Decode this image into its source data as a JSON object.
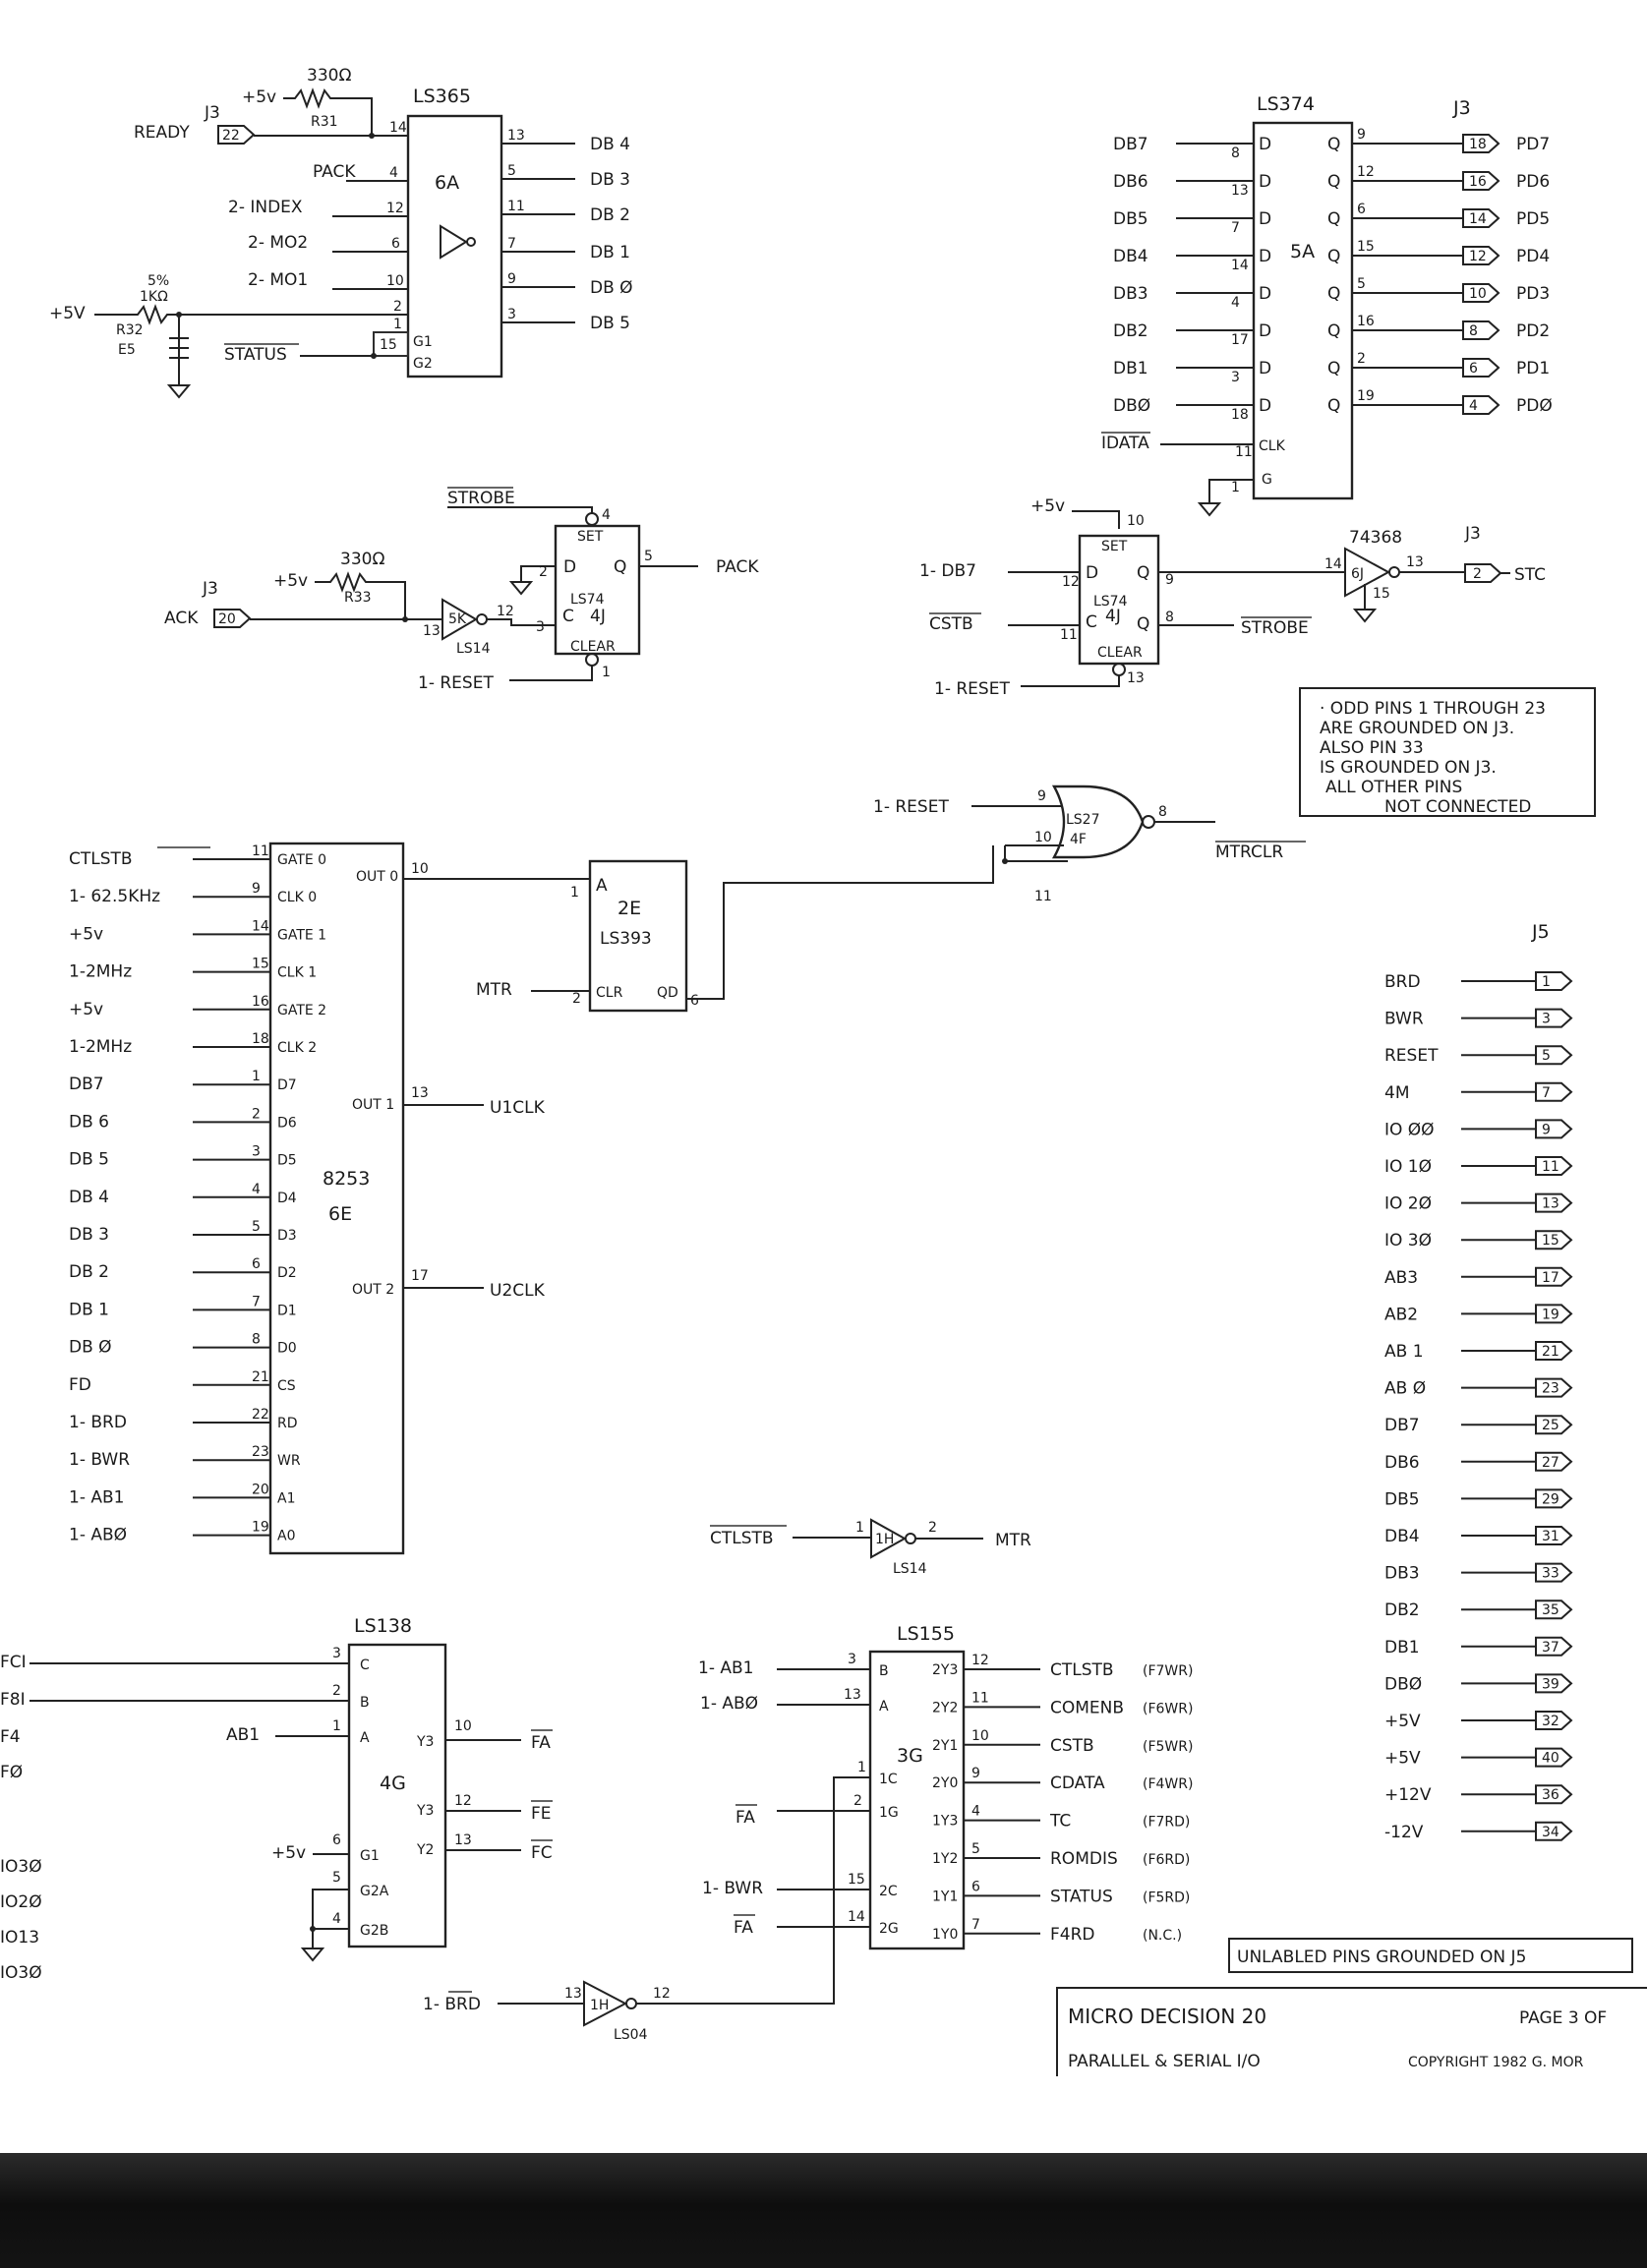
{
  "ic_6a": {
    "part": "LS365",
    "ref": "6A",
    "inputs": [
      {
        "signal": "READY",
        "pin": "14"
      },
      {
        "signal": "PACK",
        "pin": "4"
      },
      {
        "signal": "2- INDEX",
        "pin": "12"
      },
      {
        "signal": "2- MO2",
        "pin": "6"
      },
      {
        "signal": "2- MO1",
        "pin": "10"
      },
      {
        "signal": "",
        "pin": "2"
      }
    ],
    "outputs": [
      {
        "pin": "13",
        "signal": "DB 4"
      },
      {
        "pin": "5",
        "signal": "DB 3"
      },
      {
        "pin": "11",
        "signal": "DB 2"
      },
      {
        "pin": "7",
        "signal": "DB 1"
      },
      {
        "pin": "9",
        "signal": "DB Ø"
      },
      {
        "pin": "3",
        "signal": "DB 5"
      }
    ],
    "enable_signal": "STATUS",
    "enable_pins": [
      "1",
      "15"
    ],
    "enable_labels": [
      "G1",
      "G2"
    ],
    "r31_value": "330Ω",
    "r31_ref": "R31",
    "r31_supply": "+5v",
    "j3_label": "J3",
    "ready_pin": "22",
    "r32_supply": "+5V",
    "r32_value": "1KΩ",
    "r32_tol": "5%",
    "r32_ref": "R32",
    "e5_ref": "E5"
  },
  "ic_5a": {
    "part": "LS374",
    "ref": "5A",
    "conn": "J3",
    "rows": [
      {
        "in": "DB7",
        "din": "8",
        "qout": "9",
        "jpin": "18",
        "out": "PD7"
      },
      {
        "in": "DB6",
        "din": "13",
        "qout": "12",
        "jpin": "16",
        "out": "PD6"
      },
      {
        "in": "DB5",
        "din": "7",
        "qout": "6",
        "jpin": "14",
        "out": "PD5"
      },
      {
        "in": "DB4",
        "din": "14",
        "qout": "15",
        "jpin": "12",
        "out": "PD4"
      },
      {
        "in": "DB3",
        "din": "4",
        "qout": "5",
        "jpin": "10",
        "out": "PD3"
      },
      {
        "in": "DB2",
        "din": "17",
        "qout": "16",
        "jpin": "8",
        "out": "PD2"
      },
      {
        "in": "DB1",
        "din": "3",
        "qout": "2",
        "jpin": "6",
        "out": "PD1"
      },
      {
        "in": "DBØ",
        "din": "18",
        "qout": "19",
        "jpin": "4",
        "out": "PDØ"
      }
    ],
    "d_label": "D",
    "q_label": "Q",
    "clk_signal": "IDATA",
    "clk_pin": "11",
    "clk_label": "CLK",
    "oe_pin": "1",
    "oe_label": "G"
  },
  "ff_4j_left": {
    "part": "LS74",
    "ref": "4J",
    "set_signal": "STROBE",
    "set_pin": "4",
    "set_label": "SET",
    "d_pin": "2",
    "d_label": "D",
    "q_label": "Q",
    "q_pin": "5",
    "q_signal": "PACK",
    "clk_pin": "3",
    "clk_label": "C",
    "clr_pin": "1",
    "clr_label": "CLEAR",
    "clr_signal": "1- RESET",
    "ack_conn": "J3",
    "ack_signal": "ACK",
    "ack_pin": "20",
    "r33_supply": "+5v",
    "r33_value": "330Ω",
    "r33_ref": "R33",
    "inv_part": "LS14",
    "inv_ref": "5K",
    "inv_in": "13",
    "inv_out": "12"
  },
  "ff_4j_right": {
    "part": "LS74",
    "ref": "4J",
    "supply": "+5v",
    "set_pin": "10",
    "set_label": "SET",
    "d_signal": "1- DB7",
    "d_pin": "12",
    "d_label": "D",
    "clk_signal": "CSTB",
    "clk_pin": "11",
    "clk_label": "C",
    "q_pin": "9",
    "q_label": "Q",
    "qbar_pin": "8",
    "qbar_label": "Q",
    "qbar_signal": "STROBE",
    "clr_pin": "13",
    "clr_label": "CLEAR",
    "clr_signal": "1- RESET",
    "buf_part": "74368",
    "buf_ref": "6J",
    "buf_in": "14",
    "buf_out": "13",
    "buf_en": "15",
    "j3": "J3",
    "stc_pin": "2",
    "stc_signal": "STC"
  },
  "note_j3": [
    "· ODD PINS 1 THROUGH 23",
    "ARE GROUNDED ON J3.",
    "ALSO PIN 33",
    "IS GROUNDED ON J3.",
    "ALL OTHER PINS",
    "NOT CONNECTED"
  ],
  "gate_4f": {
    "part": "LS27",
    "ref": "4F",
    "in1": "1- RESET",
    "in1_pin": "9",
    "pin10": "10",
    "pin11": "11",
    "out_pin": "8",
    "out_signal": "MTRCLR"
  },
  "ic_2e": {
    "part": "LS393",
    "ref": "2E",
    "a_label": "A",
    "a_pin": "1",
    "clr_label": "CLR",
    "clr_pin": "2",
    "clr_signal": "MTR",
    "q_label": "QD",
    "q_pin": "6"
  },
  "ic_6e": {
    "part": "8253",
    "ref": "6E",
    "pins": [
      {
        "signal": "CTLSTB",
        "pin": "11",
        "label": "GATE 0"
      },
      {
        "signal": "1- 62.5KHz",
        "pin": "9",
        "label": "CLK 0"
      },
      {
        "signal": "+5v",
        "pin": "14",
        "label": "GATE 1"
      },
      {
        "signal": "1-2MHz",
        "pin": "15",
        "label": "CLK 1"
      },
      {
        "signal": "+5v",
        "pin": "16",
        "label": "GATE 2"
      },
      {
        "signal": "1-2MHz",
        "pin": "18",
        "label": "CLK 2"
      },
      {
        "signal": "DB7",
        "pin": "1",
        "label": "D7"
      },
      {
        "signal": "DB 6",
        "pin": "2",
        "label": "D6"
      },
      {
        "signal": "DB 5",
        "pin": "3",
        "label": "D5"
      },
      {
        "signal": "DB 4",
        "pin": "4",
        "label": "D4"
      },
      {
        "signal": "DB 3",
        "pin": "5",
        "label": "D3"
      },
      {
        "signal": "DB 2",
        "pin": "6",
        "label": "D2"
      },
      {
        "signal": "DB 1",
        "pin": "7",
        "label": "D1"
      },
      {
        "signal": "DB Ø",
        "pin": "8",
        "label": "D0"
      },
      {
        "signal": "FD",
        "pin": "21",
        "label": "CS"
      },
      {
        "signal": "1- BRD",
        "pin": "22",
        "label": "RD"
      },
      {
        "signal": "1- BWR",
        "pin": "23",
        "label": "WR"
      },
      {
        "signal": "1- AB1",
        "pin": "20",
        "label": "A1"
      },
      {
        "signal": "1- ABØ",
        "pin": "19",
        "label": "A0"
      }
    ],
    "outputs": [
      {
        "label": "OUT 0",
        "pin": "10",
        "signal": ""
      },
      {
        "label": "OUT 1",
        "pin": "13",
        "signal": "U1CLK"
      },
      {
        "label": "OUT 2",
        "pin": "17",
        "signal": "U2CLK"
      }
    ]
  },
  "inv_1h_top": {
    "part": "LS14",
    "ref": "1H",
    "in": "CTLSTB",
    "in_pin": "1",
    "out_pin": "2",
    "out": "MTR"
  },
  "inv_1h_bot": {
    "part": "LS04",
    "ref": "1H",
    "in": "1- BRD",
    "in_pin": "13",
    "out_pin": "12"
  },
  "ic_4g": {
    "part": "LS138",
    "ref": "4G",
    "inputs": [
      {
        "signal": "FCI",
        "pin": "3",
        "label": "C"
      },
      {
        "signal": "F8I",
        "pin": "2",
        "label": "B"
      },
      {
        "signal": "AB1",
        "pin": "1",
        "label": "A"
      },
      {
        "signal": "+5v",
        "pin": "6",
        "label": "G1"
      },
      {
        "signal": "",
        "pin": "5",
        "label": "G2A"
      },
      {
        "signal": "",
        "pin": "4",
        "label": "G2B"
      }
    ],
    "outputs": [
      {
        "label": "Y3",
        "pin": "10",
        "signal": "FA"
      },
      {
        "label": "Y3",
        "pin": "12",
        "signal": "FE"
      },
      {
        "label": "Y2",
        "pin": "13",
        "signal": "FC"
      }
    ],
    "left_edge": [
      "FCI",
      "F8I",
      "F4",
      "FØ",
      "IO3Ø",
      "IO2Ø",
      "IO13",
      "IO3Ø"
    ]
  },
  "ic_3g": {
    "part": "LS155",
    "ref": "3G",
    "inputs": [
      {
        "signal": "1- AB1",
        "pin": "3",
        "label": "B"
      },
      {
        "signal": "1- ABØ",
        "pin": "13",
        "label": "A"
      },
      {
        "signal": "",
        "pin": "1",
        "label": "1C"
      },
      {
        "signal": "FA",
        "pin": "2",
        "label": "1G"
      },
      {
        "signal": "1- BWR",
        "pin": "15",
        "label": "2C"
      },
      {
        "signal": "FA",
        "pin": "14",
        "label": "2G"
      }
    ],
    "outputs": [
      {
        "label": "2Y3",
        "pin": "12",
        "signal": "CTLSTB",
        "alt": "(F7WR)"
      },
      {
        "label": "2Y2",
        "pin": "11",
        "signal": "COMENB",
        "alt": "(F6WR)"
      },
      {
        "label": "2Y1",
        "pin": "10",
        "signal": "CSTB",
        "alt": "(F5WR)"
      },
      {
        "label": "2Y0",
        "pin": "9",
        "signal": "CDATA",
        "alt": "(F4WR)"
      },
      {
        "label": "1Y3",
        "pin": "4",
        "signal": "TC",
        "alt": "(F7RD)"
      },
      {
        "label": "1Y2",
        "pin": "5",
        "signal": "ROMDIS",
        "alt": "(F6RD)"
      },
      {
        "label": "1Y1",
        "pin": "6",
        "signal": "STATUS",
        "alt": "(F5RD)"
      },
      {
        "label": "1Y0",
        "pin": "7",
        "signal": "F4RD",
        "alt": "(N.C.)"
      }
    ]
  },
  "j5": {
    "label": "J5",
    "pins": [
      {
        "signal": "BRD",
        "pin": "1"
      },
      {
        "signal": "BWR",
        "pin": "3"
      },
      {
        "signal": "RESET",
        "pin": "5"
      },
      {
        "signal": "4M",
        "pin": "7"
      },
      {
        "signal": "IO ØØ",
        "pin": "9"
      },
      {
        "signal": "IO 1Ø",
        "pin": "11"
      },
      {
        "signal": "IO 2Ø",
        "pin": "13"
      },
      {
        "signal": "IO 3Ø",
        "pin": "15"
      },
      {
        "signal": "AB3",
        "pin": "17"
      },
      {
        "signal": "AB2",
        "pin": "19"
      },
      {
        "signal": "AB 1",
        "pin": "21"
      },
      {
        "signal": "AB Ø",
        "pin": "23"
      },
      {
        "signal": "DB7",
        "pin": "25"
      },
      {
        "signal": "DB6",
        "pin": "27"
      },
      {
        "signal": "DB5",
        "pin": "29"
      },
      {
        "signal": "DB4",
        "pin": "31"
      },
      {
        "signal": "DB3",
        "pin": "33"
      },
      {
        "signal": "DB2",
        "pin": "35"
      },
      {
        "signal": "DB1",
        "pin": "37"
      },
      {
        "signal": "DBØ",
        "pin": "39"
      },
      {
        "signal": "+5V",
        "pin": "32"
      },
      {
        "signal": "+5V",
        "pin": "40"
      },
      {
        "signal": "+12V",
        "pin": "36"
      },
      {
        "signal": "-12V",
        "pin": "34"
      }
    ],
    "note": "UNLABLED PINS GROUNDED ON J5"
  },
  "title_block": {
    "title": "MICRO DECISION 20",
    "subtitle": "PARALLEL & SERIAL I/O",
    "page": "PAGE 3 OF",
    "copyright": "COPYRIGHT 1982 G. MOR"
  }
}
